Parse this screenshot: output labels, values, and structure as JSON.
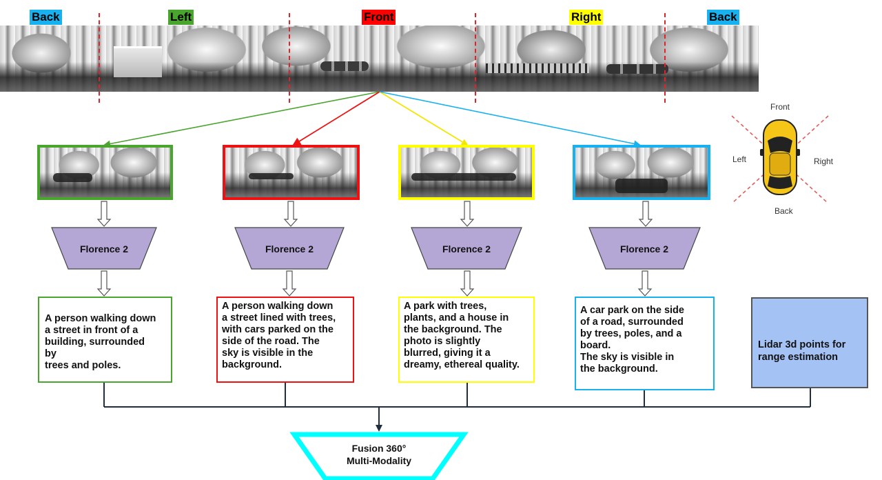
{
  "directions": {
    "back_left": {
      "label": "Back",
      "color": "#16b1ee"
    },
    "left": {
      "label": "Left",
      "color": "#4aa52e"
    },
    "front": {
      "label": "Front",
      "color": "#ff0000"
    },
    "right": {
      "label": "Right",
      "color": "#ffff00"
    },
    "back_right": {
      "label": "Back",
      "color": "#16b1ee"
    }
  },
  "car_diagram": {
    "front": "Front",
    "left": "Left",
    "right": "Right",
    "back": "Back",
    "car_color": "#f5c518",
    "line_color": "#e35b5b"
  },
  "model_label": "Florence 2",
  "trapezoid_color": "#b4a7d6",
  "captions": [
    {
      "text": "A person walking down\na street in front of a\nbuilding, surrounded\nby\ntrees and poles.",
      "color": "#4aa52e"
    },
    {
      "text": "A person walking down\na street lined with trees,\nwith cars parked on the\nside of the road. The\nsky is visible in the\nbackground.",
      "color": "#ff0000"
    },
    {
      "text": "A  park with trees,\nplants, and a house in\nthe background. The\nphoto is slightly\nblurred, giving it a\ndreamy, ethereal quality.",
      "color": "#ffff00"
    },
    {
      "text": "A car park on the side\nof  a road, surrounded\nby trees, poles, and a\nboard.\nThe sky is visible in\nthe background.",
      "color": "#16b1ee"
    }
  ],
  "lidar": {
    "text": "Lidar 3d points for\nrange estimation",
    "color": "#a4c2f4"
  },
  "fusion": {
    "text": "Fusion 360°\nMulti-Modality",
    "color": "#00ffff"
  },
  "connector_color": "#1f2d3d"
}
